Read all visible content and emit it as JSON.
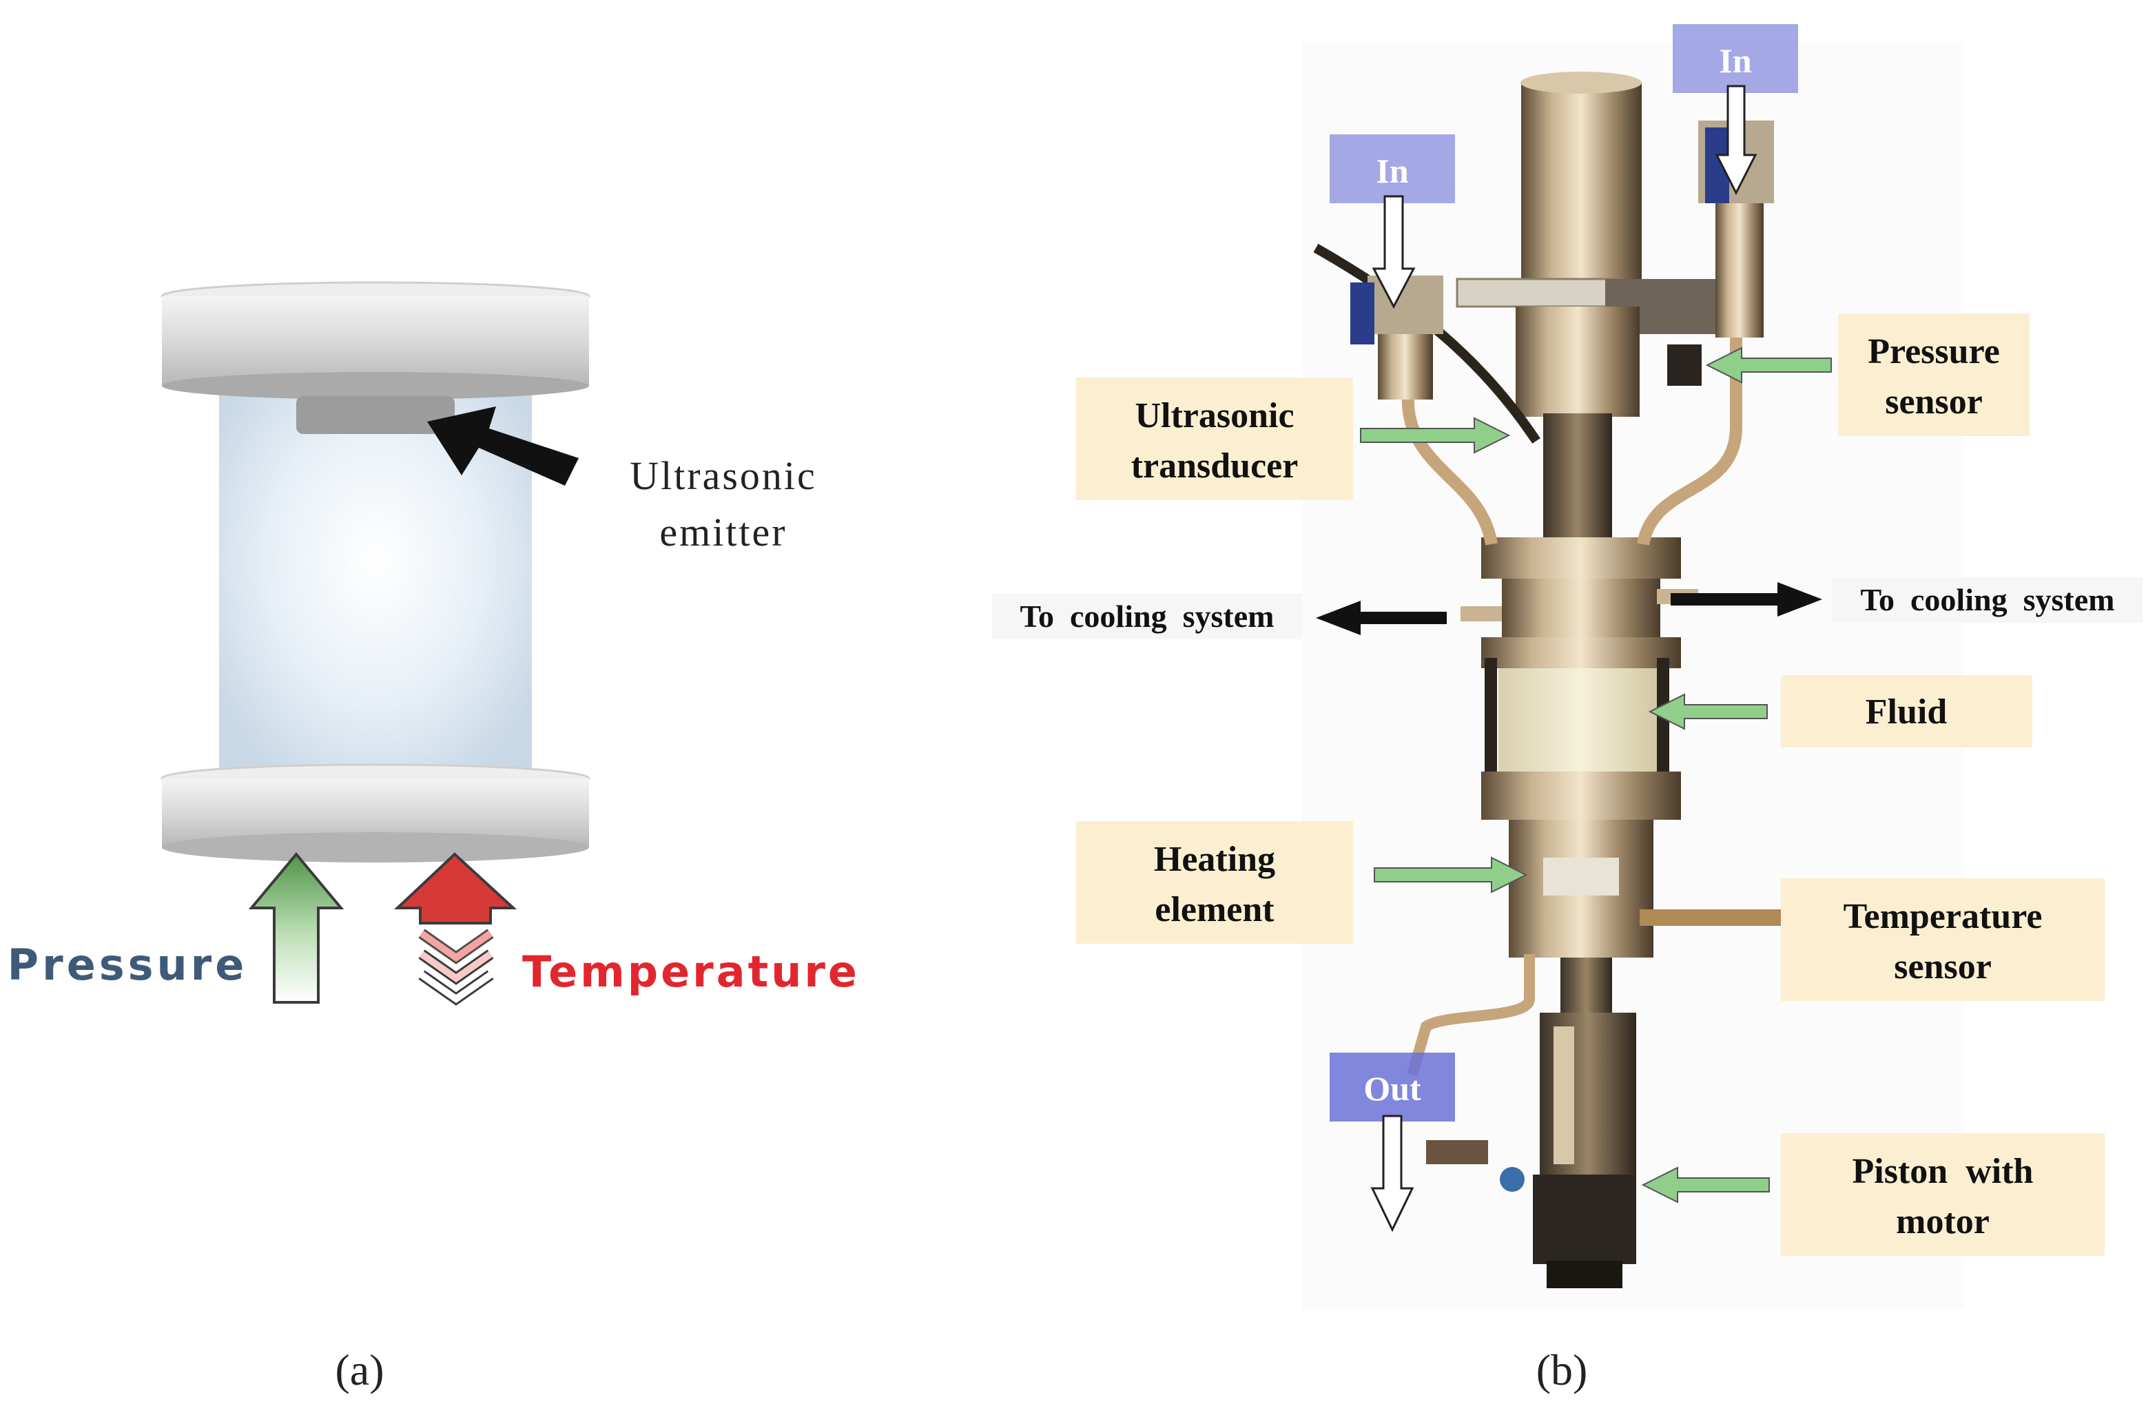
{
  "panel_a": {
    "emitter_label_line1": "Ultrasonic",
    "emitter_label_line2": "emitter",
    "pressure_label": "Pressure",
    "temperature_label": "Temperature",
    "caption": "(a)",
    "colors": {
      "pressure": "#3f5a78",
      "temperature": "#e2262e",
      "green_arrow": "#5c9e4f",
      "red_arrow": "#d9433e"
    }
  },
  "panel_b": {
    "in_left": "In",
    "in_right": "In",
    "out": "Out",
    "pressure_sensor_line1": "Pressure",
    "pressure_sensor_line2": "sensor",
    "ultrasonic_line1": "Ultrasonic",
    "ultrasonic_line2": "transducer",
    "cooling_left": "To  cooling  system",
    "cooling_right": "To  cooling  system",
    "fluid": "Fluid",
    "heating_line1": "Heating",
    "heating_line2": "element",
    "temp_sensor_line1": "Temperature",
    "temp_sensor_line2": "sensor",
    "piston_line1": "Piston  with",
    "piston_line2": "motor",
    "caption": "(b)",
    "colors": {
      "label_box": "#fcefd1",
      "port_box": "#8f93e0",
      "callout_arrow": "#8fcf8a"
    }
  }
}
